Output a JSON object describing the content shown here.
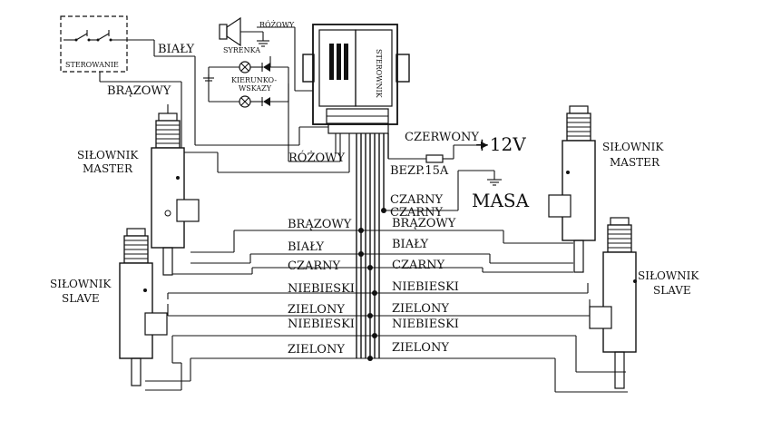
{
  "diagram": {
    "switch_box": {
      "label": "STEROWANIE"
    },
    "siren": {
      "label": "SYRENKA"
    },
    "indicators": {
      "label_line1": "KIERUNKO-",
      "label_line2": "WSKAZY"
    },
    "controller": {
      "label": "STEROWNIK"
    },
    "wires": {
      "bialy_top": "BIAŁY",
      "brazowy_top": "BRĄZOWY",
      "rozowy_top": "RÓŻOWY",
      "rozowy_bottom": "RÓŻOWY",
      "czerwony": "CZERWONY",
      "plus12v": "+12V",
      "fuse": "BEZP.15A",
      "masa": "MASA",
      "czarny_r1": "CZARNY",
      "czarny_r2": "CZARNY"
    },
    "harness_left": [
      "BRĄZOWY",
      "BIAŁY",
      "CZARNY",
      "NIEBIESKI",
      "ZIELONY",
      "NIEBIESKI",
      "ZIELONY"
    ],
    "harness_right": [
      "BRĄZOWY",
      "BIAŁY",
      "CZARNY",
      "NIEBIESKI",
      "ZIELONY",
      "NIEBIESKI",
      "ZIELONY"
    ],
    "actuators": {
      "master_left": {
        "line1": "SIŁOWNIK",
        "line2": "MASTER"
      },
      "slave_left": {
        "line1": "SIŁOWNIK",
        "line2": "SLAVE"
      },
      "master_right": {
        "line1": "SIŁOWNIK",
        "line2": "MASTER"
      },
      "slave_right": {
        "line1": "SIŁOWNIK",
        "line2": "SLAVE"
      }
    }
  }
}
